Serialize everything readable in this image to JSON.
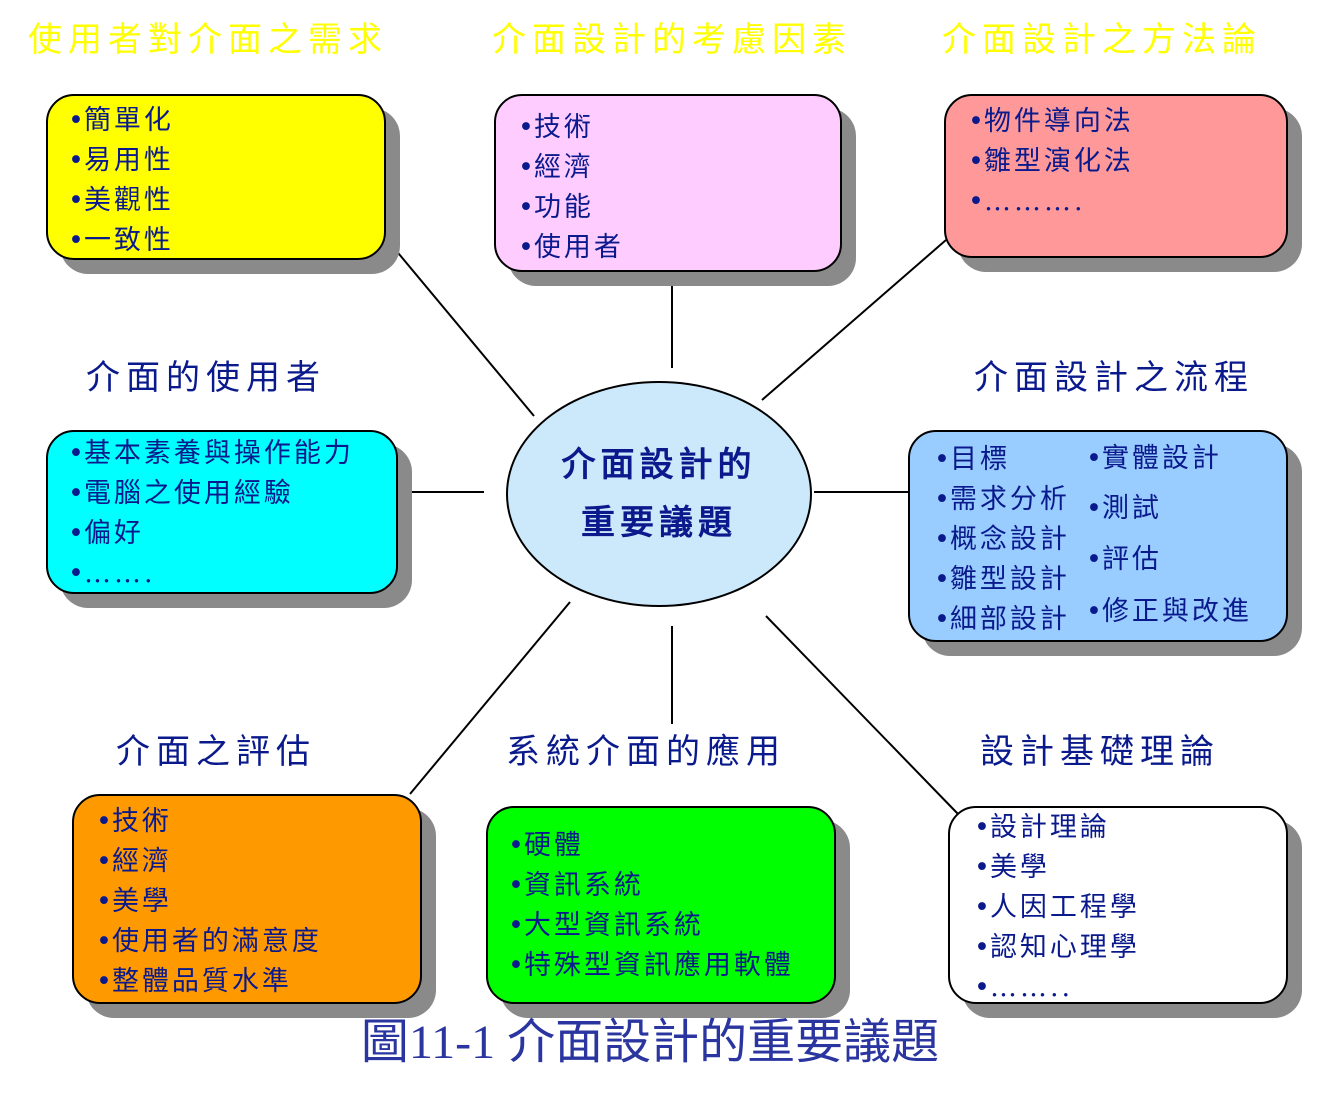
{
  "center": {
    "line1": "介面設計的",
    "line2": "重要議題"
  },
  "caption": "圖11-1 介面設計的重要議題",
  "colors": {
    "yellow": "#ffff00",
    "pink": "#ffccff",
    "salmon": "#ff9999",
    "cyan": "#00ffff",
    "light_blue": "#99ccff",
    "orange": "#ff9900",
    "green": "#00ff00",
    "white": "#ffffff",
    "ellipse": "#cce9fb",
    "text_blue": "#0a1a8c"
  },
  "nodes": {
    "user_needs": {
      "title": "使用者對介面之需求",
      "items": [
        "簡單化",
        "易用性",
        "美觀性",
        "一致性"
      ]
    },
    "design_factors": {
      "title": "介面設計的考慮因素",
      "items": [
        "技術",
        "經濟",
        "功能",
        "使用者"
      ]
    },
    "methodology": {
      "title": "介面設計之方法論",
      "items": [
        "物件導向法",
        "雛型演化法",
        "………."
      ]
    },
    "users": {
      "title": "介面的使用者",
      "items": [
        "基本素養與操作能力",
        "電腦之使用經驗",
        "偏好",
        "……."
      ]
    },
    "process": {
      "title": "介面設計之流程",
      "left_items": [
        "目標",
        "需求分析",
        "概念設計",
        "雛型設計",
        "細部設計"
      ],
      "right_items": [
        "實體設計",
        "測試",
        "評估",
        "修正與改進"
      ]
    },
    "evaluation": {
      "title": "介面之評估",
      "items": [
        "技術",
        "經濟",
        "美學",
        "使用者的滿意度",
        "整體品質水準"
      ]
    },
    "applications": {
      "title": "系統介面的應用",
      "items": [
        "硬體",
        "資訊系統",
        "大型資訊系統",
        "特殊型資訊應用軟體"
      ]
    },
    "theory": {
      "title": "設計基礎理論",
      "items": [
        "設計理論",
        "美學",
        "人因工程學",
        "認知心理學",
        "…….."
      ]
    }
  }
}
